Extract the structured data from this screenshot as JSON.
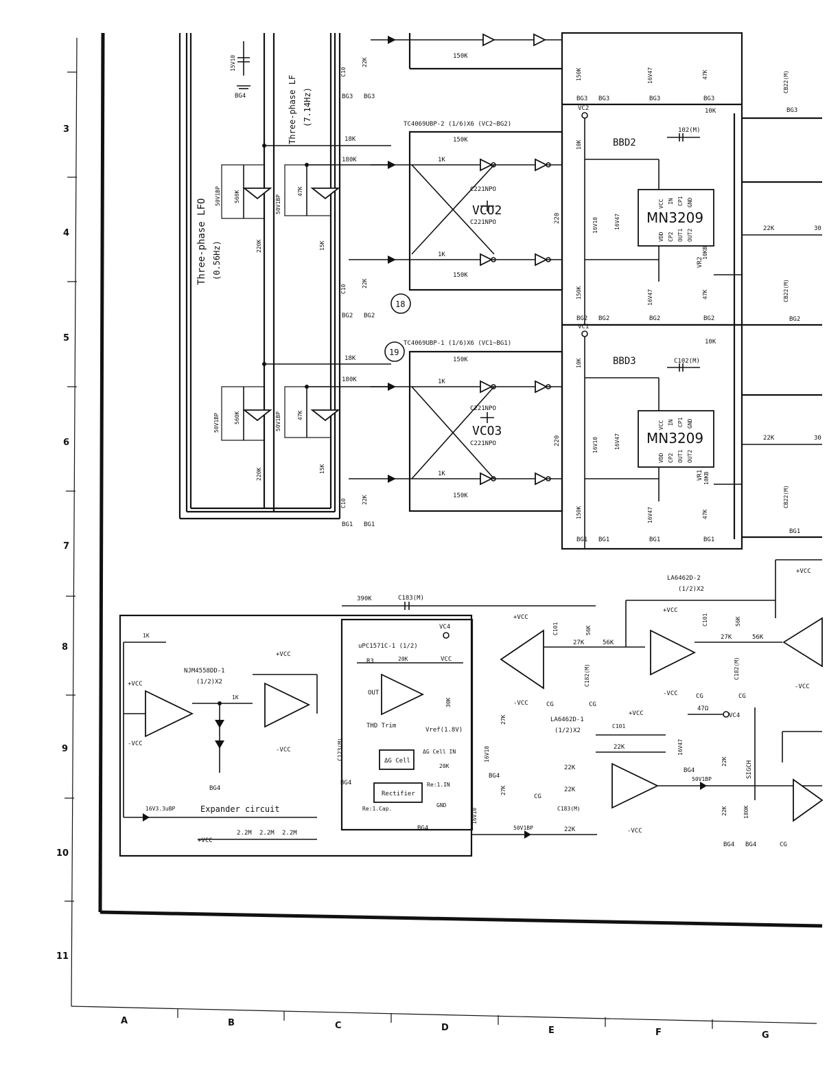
{
  "grid": {
    "rows": [
      "3",
      "4",
      "5",
      "6",
      "7",
      "8",
      "9",
      "10",
      "11"
    ],
    "cols": [
      "A",
      "B",
      "C",
      "D",
      "E",
      "F",
      "G"
    ]
  },
  "lfo": {
    "lfo1_title": "Three-phase LFO",
    "lfo1_freq": "(0.56Hz)",
    "lfo2_title": "Three-phase LF",
    "lfo2_freq": "(7.14Hz)"
  },
  "vco2": {
    "ic_label": "TC4069UBP-2 (1/6)X6 (VC2~BG2)",
    "name": "VCO2",
    "cap_a": "C221NPO",
    "cap_b": "C221NPO"
  },
  "vco3": {
    "ic_label": "TC4069UBP-1 (1/6)X6 (VC1~BG1)",
    "name": "VCO3",
    "cap_a": "C221NPO",
    "cap_b": "C221NPO"
  },
  "bbd2": {
    "name": "BBD2",
    "chip": "MN3209",
    "vr": "VR2",
    "vr_value": "10KB",
    "cap": "102(M)",
    "pins": [
      "VCC",
      "IN",
      "CP1",
      "GND",
      "VDD",
      "CP2",
      "OUT1",
      "OUT2"
    ]
  },
  "bbd3": {
    "name": "BBD3",
    "chip": "MN3209",
    "vr": "VR1",
    "vr_value": "10KB",
    "cap": "C102(M)",
    "pins": [
      "VCC",
      "IN",
      "CP1",
      "GND",
      "VDD",
      "CP2",
      "OUT1",
      "OUT2"
    ]
  },
  "callouts": [
    "18",
    "19"
  ],
  "grounds": {
    "bg1": "BG1",
    "bg2": "BG2",
    "bg3": "BG3",
    "bg4": "BG4",
    "cg": "CG",
    "vc1": "VC1",
    "vc2": "VC2",
    "vc4": "VC4",
    "vcc_pos": "+VCC",
    "vcc_neg": "-VCC"
  },
  "values": {
    "r150k": "150K",
    "r18k": "18K",
    "r180k": "180K",
    "r1k": "1K",
    "r22k": "22K",
    "r47k": "47K",
    "r15k": "15K",
    "r560k": "560K",
    "r220k": "220K",
    "r10k": "10K",
    "r220": "220",
    "c10": "C10",
    "c50v1": "50V1BP",
    "c16v10": "16V10",
    "c16v47": "16V47",
    "c15v10": "15V10",
    "cb22": "CB22(M)",
    "r30": "30"
  },
  "expander": {
    "title": "Expander circuit",
    "njm": "NJM4558DD-1",
    "njm_sub": "(1/2)X2",
    "upc": "uPC1571C-1 (1/2)",
    "r1k_a": "1K",
    "r1k_b": "1K",
    "r20k": "20K",
    "r390k": "390K",
    "c183": "C183(M)",
    "cap_16v": "16V3.3uBP",
    "r22m_a": "2.2M",
    "r22m_b": "2.2M",
    "r22m_c": "2.2M",
    "thd": "THD Trim",
    "vref": "Vref(1.8V)",
    "dg_cell": "ΔG Cell",
    "dg_cell_in": "ΔG Cell IN",
    "rectifier": "Rectifier",
    "rect_in": "Re:1.IN",
    "rect_cap": "Re:1.Cap.",
    "gnd": "GND",
    "r3": "R3",
    "out": "OUT",
    "vcc": "VCC",
    "c123": "C123(M)",
    "r30k": "30K",
    "r27k_a": "27K",
    "r27k_b": "27K",
    "c16v10_a": "16V10",
    "c16v10_b": "16V10",
    "c50v": "50V1BP"
  },
  "output": {
    "la_2": "LA6462D-2",
    "la_2_sub": "(1/2)X2",
    "la_1": "LA6462D-1",
    "la_1_sub": "(1/2)X2",
    "r56k_a": "56K",
    "r56k_b": "56K",
    "r56k_c": "56K",
    "r56k_d": "56K",
    "r27k_a": "27K",
    "r27k_b": "27K",
    "c101_a": "C101",
    "c101_b": "C101",
    "c101_c": "C101",
    "c182": "C182(M)",
    "c182_b": "C182(M)",
    "r22k_a": "22K",
    "r22k_b": "22K",
    "r22k_c": "22K",
    "r22k_d": "22K",
    "r22k_e": "22K",
    "r180k": "180K",
    "r47": "47Ω",
    "c16v47": "16V47",
    "c50v": "50V1BP",
    "sigch": "SIGCH",
    "c183": "C183(M)"
  }
}
